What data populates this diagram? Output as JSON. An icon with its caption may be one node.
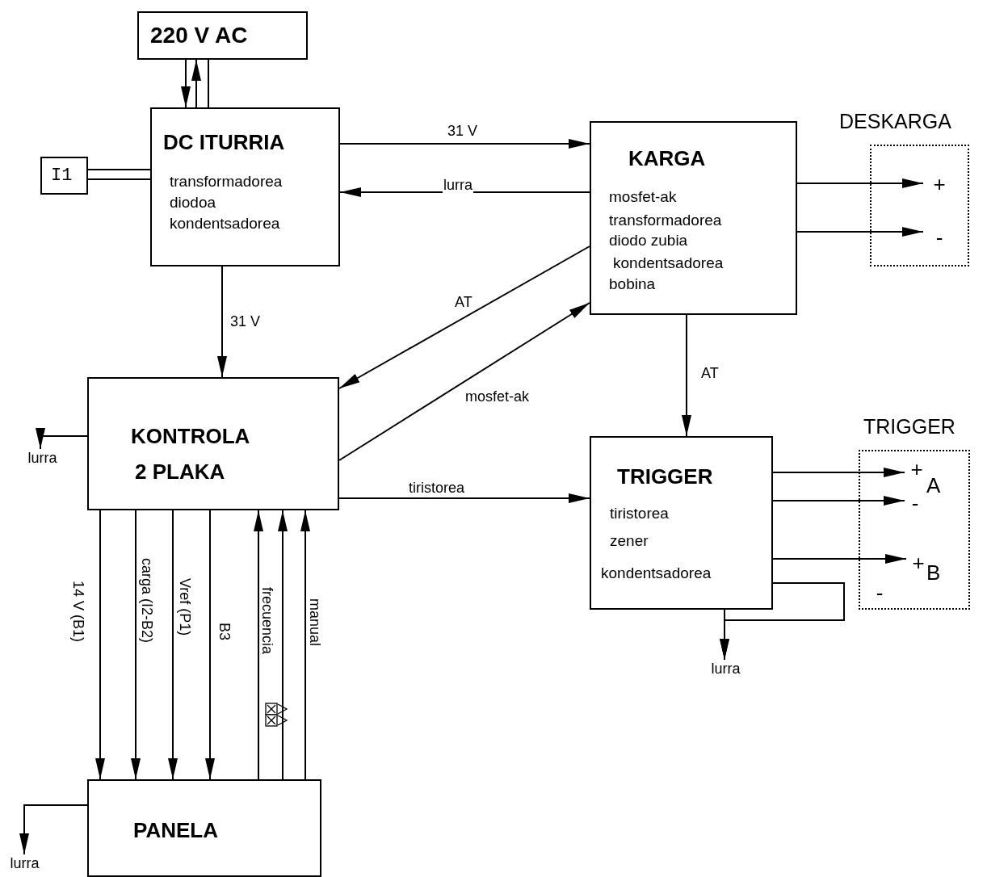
{
  "diagram": {
    "nodes": [
      {
        "text": [
          "220 V AC"
        ]
      },
      {
        "text": [
          "DC ITURRIA",
          "transformadorea",
          "diodoa",
          "kondentsadorea"
        ]
      },
      {
        "text": [
          "I1"
        ]
      },
      {
        "text": [
          "KARGA",
          "mosfet-ak",
          "transformadorea",
          "diodo zubia",
          "kondentsadorea",
          "bobina"
        ]
      },
      {
        "text": [
          "DESKARGA"
        ]
      },
      {
        "text": [
          "+"
        ],
        "in": 4
      },
      {
        "text": [
          "-"
        ],
        "in": 4
      },
      {
        "text": [
          "KONTROLA",
          "2 PLAKA"
        ]
      },
      {
        "text": [
          "lurra"
        ]
      },
      {
        "text": [
          "TRIGGER",
          "tiristorea",
          "zener",
          "kondentsadorea"
        ]
      },
      {
        "text": [
          "TRIGGER"
        ]
      },
      {
        "text": [
          "+"
        ],
        "in": 10
      },
      {
        "text": [
          "-"
        ],
        "in": 10
      },
      {
        "text": [
          "+"
        ],
        "in": 10
      },
      {
        "text": [
          "-"
        ],
        "in": 10
      },
      {
        "text": [
          "lurra"
        ]
      },
      {
        "text": [
          "PANELA"
        ]
      },
      {
        "text": [
          "lurra"
        ]
      }
    ],
    "edges": [
      {
        "from": 1,
        "to": 0,
        "arrow": "to"
      },
      {
        "from": 0,
        "to": 1,
        "arrow": "to"
      },
      {
        "from": 0,
        "to": 1,
        "arrow": "none"
      },
      {
        "from": 2,
        "to": 1,
        "arrow": "none"
      },
      {
        "from": 2,
        "to": 1,
        "arrow": "none"
      },
      {
        "from": 1,
        "to": 3,
        "arrow": "to",
        "label": "31 V"
      },
      {
        "from": 3,
        "to": 1,
        "arrow": "to",
        "label": "lurra"
      },
      {
        "from": 1,
        "to": 7,
        "arrow": "to",
        "label": "31 V"
      },
      {
        "from": 3,
        "to": 7,
        "arrow": "to",
        "label": "AT"
      },
      {
        "from": 7,
        "to": 3,
        "arrow": "to",
        "label": "mosfet-ak"
      },
      {
        "from": 3,
        "to": 9,
        "arrow": "to",
        "label": "AT"
      },
      {
        "from": 7,
        "to": 9,
        "arrow": "to",
        "label": "tiristorea"
      },
      {
        "from": 3,
        "to": 5,
        "arrow": "to"
      },
      {
        "from": 3,
        "to": 6,
        "arrow": "to"
      },
      {
        "from": 9,
        "to": 11,
        "arrow": "to"
      },
      {
        "from": 9,
        "to": 12,
        "arrow": "to"
      },
      {
        "from": 9,
        "to": 13,
        "arrow": "to"
      },
      {
        "from": 9,
        "to": 15,
        "arrow": "to"
      },
      {
        "from": 9,
        "to": 15,
        "arrow": "to"
      },
      {
        "from": 7,
        "to": 8,
        "arrow": "to"
      },
      {
        "from": 7,
        "to": 16,
        "arrow": "to",
        "label": "14 V (B1)"
      },
      {
        "from": 7,
        "to": 16,
        "arrow": "to",
        "label": "carga (I2-B2)"
      },
      {
        "from": 7,
        "to": 16,
        "arrow": "to",
        "label": "Vref (P1)"
      },
      {
        "from": 7,
        "to": 16,
        "arrow": "to",
        "label": "B3"
      },
      {
        "from": 16,
        "to": 7,
        "arrow": "to",
        "label": "frecuencia"
      },
      {
        "from": 16,
        "to": 7,
        "arrow": "to"
      },
      {
        "from": 16,
        "to": 7,
        "arrow": "to",
        "label": "manual"
      },
      {
        "from": 16,
        "to": 17,
        "arrow": "to"
      }
    ],
    "labels": [
      "A",
      "B"
    ]
  }
}
